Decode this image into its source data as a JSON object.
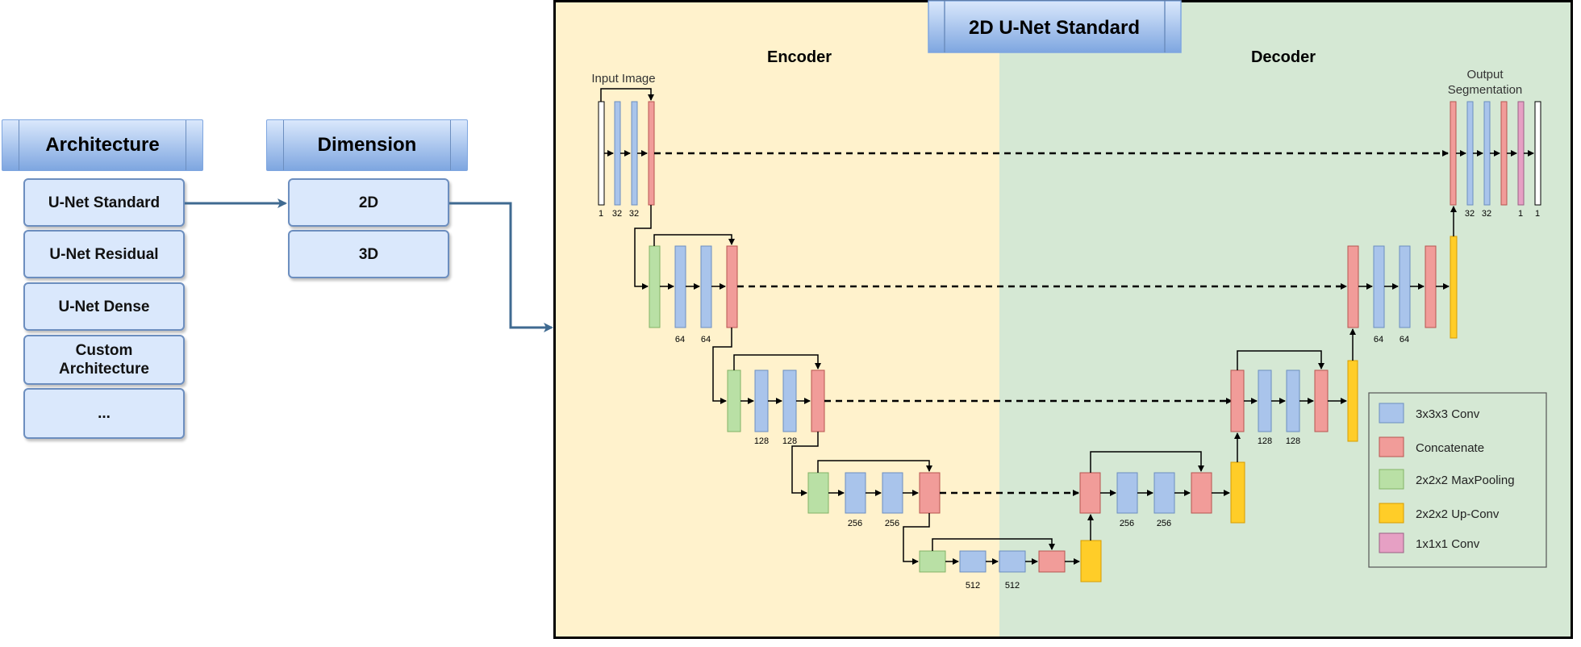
{
  "architecture": {
    "title": "Architecture",
    "items": [
      "U-Net Standard",
      "U-Net Residual",
      "U-Net Dense",
      "Custom\nArchitecture",
      "..."
    ]
  },
  "dimension": {
    "title": "Dimension",
    "items": [
      "2D",
      "3D"
    ]
  },
  "diagram": {
    "title": "2D U-Net Standard",
    "encoder_label": "Encoder",
    "decoder_label": "Decoder",
    "input_label": "Input Image",
    "output_label_line1": "Output",
    "output_label_line2": "Segmentation",
    "encoder_level1_channels": [
      "1",
      "32",
      "32"
    ],
    "encoder_level2_channels": [
      "64",
      "64"
    ],
    "encoder_level3_channels": [
      "128",
      "128"
    ],
    "encoder_level4_channels": [
      "256",
      "256"
    ],
    "bottleneck_channels": [
      "512",
      "512"
    ],
    "decoder_level4_channels": [
      "256",
      "256"
    ],
    "decoder_level3_channels": [
      "128",
      "128"
    ],
    "decoder_level2_channels": [
      "64",
      "64"
    ],
    "decoder_level1_channels": [
      "32",
      "32",
      "1",
      "1"
    ]
  },
  "legend": {
    "items": [
      {
        "label": "3x3x3 Conv",
        "color": "#a9c4eb"
      },
      {
        "label": "Concatenate",
        "color": "#f19c99"
      },
      {
        "label": "2x2x2 MaxPooling",
        "color": "#b9e0a5"
      },
      {
        "label": "2x2x2 Up-Conv",
        "color": "#ffcd28"
      },
      {
        "label": "1x1x1 Conv",
        "color": "#e6a0c4"
      }
    ]
  },
  "colors": {
    "encoder_bg": "#fff2cc",
    "decoder_bg": "#d5e8d4",
    "conv": "#a9c4eb",
    "concat": "#f19c99",
    "pool": "#b9e0a5",
    "upconv": "#ffcd28",
    "conv1x1": "#e6a0c4",
    "flow_arrow": "#3f6a91"
  }
}
